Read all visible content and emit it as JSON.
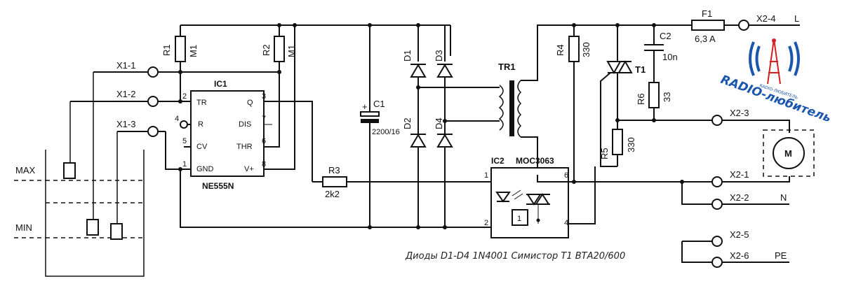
{
  "components": {
    "R1": {
      "ref": "R1",
      "value": "M1"
    },
    "R2": {
      "ref": "R2",
      "value": "M1"
    },
    "R3": {
      "ref": "R3",
      "value": "2k2"
    },
    "R4": {
      "ref": "R4",
      "value": "330"
    },
    "R5": {
      "ref": "R5",
      "value": "330"
    },
    "R6": {
      "ref": "R6",
      "value": "33"
    },
    "C1": {
      "ref": "C1",
      "value": "2200/16"
    },
    "C2": {
      "ref": "C2",
      "value": "10n"
    },
    "F1": {
      "ref": "F1",
      "value": "6,3 A"
    },
    "TR1": {
      "ref": "TR1"
    },
    "T1": {
      "ref": "T1"
    },
    "M": {
      "ref": "M"
    },
    "D1": {
      "ref": "D1"
    },
    "D2": {
      "ref": "D2"
    },
    "D3": {
      "ref": "D3"
    },
    "D4": {
      "ref": "D4"
    }
  },
  "ic1": {
    "ref": "IC1",
    "part": "NE555N",
    "pins": {
      "tr": "TR",
      "r": "R",
      "cv": "CV",
      "gnd": "GND",
      "q": "Q",
      "dis": "DIS",
      "thr": "THR",
      "vplus": "V+"
    },
    "pin_numbers": {
      "tr": "2",
      "r": "4",
      "cv": "5",
      "gnd": "1",
      "q": "3",
      "dis": "7",
      "thr": "6",
      "vplus": "8"
    }
  },
  "ic2": {
    "ref": "IC2",
    "part": "MOC3063",
    "pin_numbers": {
      "p1": "1",
      "p2": "2",
      "p6": "6",
      "p4": "4"
    },
    "inner_label": "1"
  },
  "terminals": {
    "x1_1": "X1-1",
    "x1_2": "X1-2",
    "x1_3": "X1-3",
    "x2_1": "X2-1",
    "x2_2": "X2-2",
    "x2_3": "X2-3",
    "x2_4": "X2-4",
    "x2_5": "X2-5",
    "x2_6": "X2-6"
  },
  "line_labels": {
    "l": "L",
    "n": "N",
    "pe": "PE"
  },
  "tank_labels": {
    "max": "MAX",
    "min": "MIN"
  },
  "note": "Диоды D1-D4  1N4001  Симистор Т1 ВТА20/600",
  "logo": {
    "text": "RADIO-любитель",
    "small": "RADIO-ЛЮБИТЕЛЬ",
    "color": "#1a56b0",
    "accent": "#d42020"
  }
}
